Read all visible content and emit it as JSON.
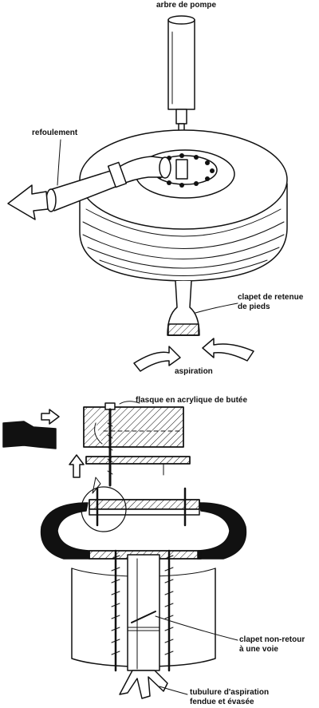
{
  "labels": {
    "pump_shaft": "arbre de pompe",
    "discharge": "refoulement",
    "foot_valve_1": "clapet de retenue",
    "foot_valve_2": "de pieds",
    "suction": "aspiration",
    "acrylic_flange": "flasque en acrylique de butée",
    "check_valve_1": "clapet non-retour",
    "check_valve_2": "à une voie",
    "suction_tube_1": "tubulure d'aspiration",
    "suction_tube_2": "fendue et évasée"
  },
  "colors": {
    "ink": "#111111",
    "paper": "#ffffff"
  }
}
